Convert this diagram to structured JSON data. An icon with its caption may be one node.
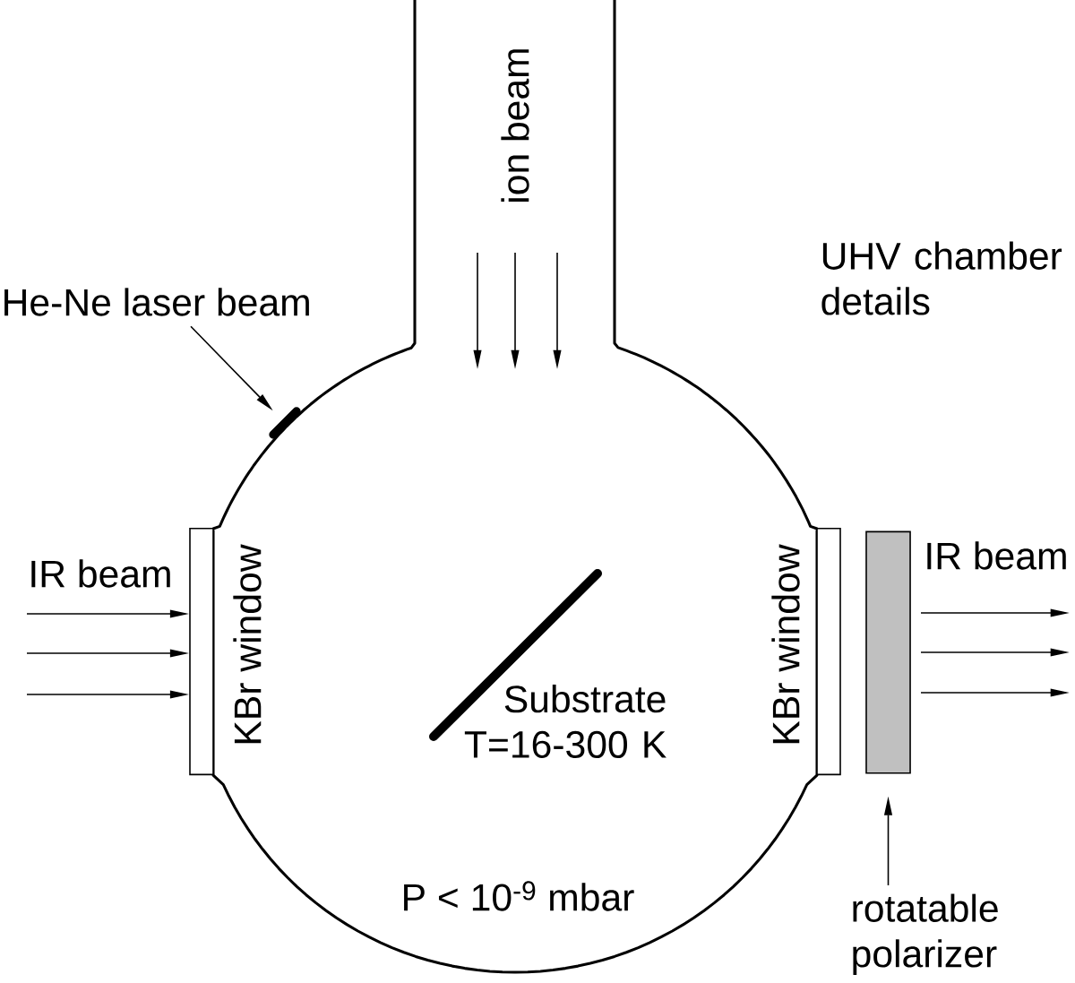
{
  "diagram": {
    "nodes": [
      {
        "text": [
          "He-Ne laser beam"
        ]
      },
      {
        "text": [],
        "shape": "bar"
      },
      {
        "text": [
          "KBr window"
        ]
      },
      {
        "text": [
          "KBr window"
        ]
      },
      {
        "text": [],
        "shape": "box"
      },
      {
        "text": [
          "rotatable polarizer"
        ]
      }
    ],
    "edges": [
      {
        "from": 0,
        "to": 1,
        "arrow": "to"
      },
      {
        "from": null,
        "to": 2,
        "arrow": "to"
      },
      {
        "from": null,
        "to": 2,
        "arrow": "to"
      },
      {
        "from": null,
        "to": 2,
        "arrow": "to"
      },
      {
        "from": 5,
        "to": 4,
        "arrow": "to"
      }
    ],
    "labels": [
      "ion beam",
      "UHV chamber details",
      "IR beam",
      "IR beam",
      "Substrate T=16-300 K",
      "P < 10$^{-9}$ mbar"
    ]
  }
}
